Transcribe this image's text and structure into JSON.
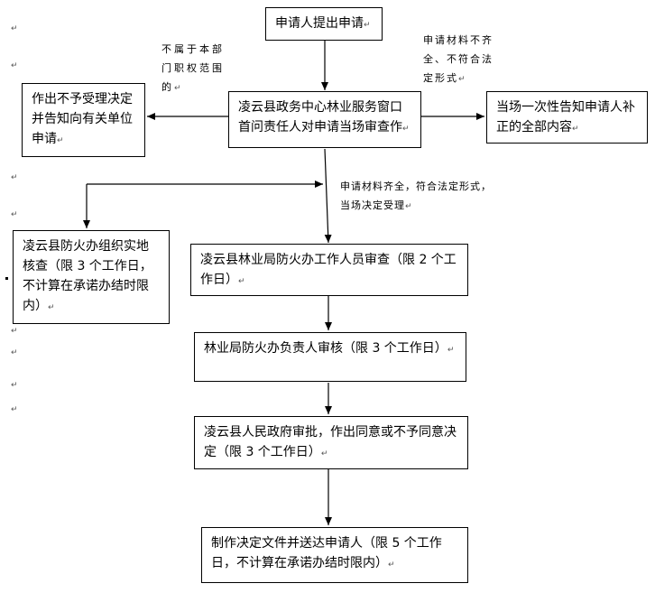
{
  "boxes": {
    "apply": "申请人提出申请",
    "window": "凌云县政务中心林业服务窗口首问责任人对申请当场审查作",
    "reject": "作出不予受理决定并告知向有关单位申请",
    "notify": "当场一次性告知申请人补正的全部内容",
    "site_check": "凌云县防火办组织实地核查（限 3 个工作日，不计算在承诺办结时限内）",
    "staff_review": "凌云县林业局防火办工作人员审查（限 2 个工作日）",
    "head_review": "林业局防火办负责人审核（限 3 个工作日）",
    "gov_approve": "凌云县人民政府审批，作出同意或不予同意决定（限 3 个工作日）",
    "deliver": "制作决定文件并送达申请人（限 5 个工作日，不计算在承诺办结时限内）"
  },
  "notes": {
    "not_in_scope": "不属于本部门职权范围的",
    "incomplete": "申请材料不齐全、不符合法定形式",
    "complete": "申请材料齐全，符合法定形式，当场决定受理"
  },
  "paragraph_mark": "↵",
  "colors": {
    "line": "#000000",
    "background": "#ffffff",
    "mark": "#555555"
  }
}
